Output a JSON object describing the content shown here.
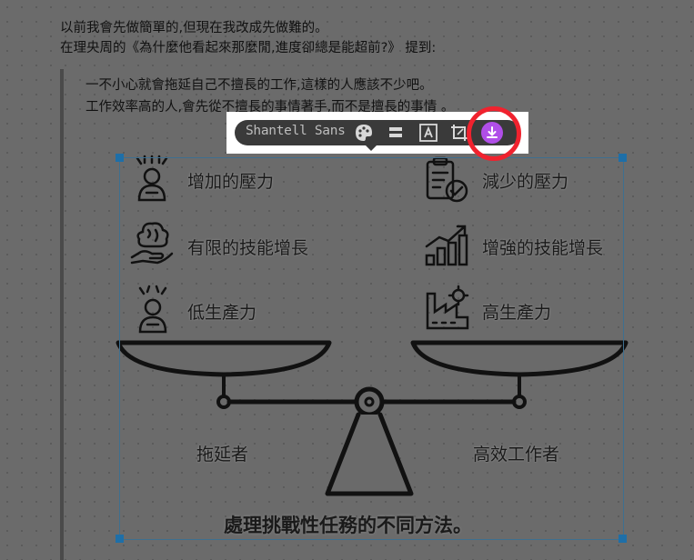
{
  "doc": {
    "line1": "以前我會先做簡單的,但現在我改成先做難的。",
    "line2": "在理央周的《為什麼他看起來那麼閒,進度卻總是能超前?》 提到:"
  },
  "quote": {
    "line1": "一不小心就會拖延自己不擅長的工作,這樣的人應該不少吧。",
    "line2": "工作效率高的人,會先從不擅長的事情著手,而不是擅長的事情 。"
  },
  "toolbar": {
    "font_name": "Shantell Sans",
    "icons": [
      "palette-icon",
      "stroke-style-icon",
      "text-format-icon",
      "crop-icon",
      "download-icon"
    ]
  },
  "diagram": {
    "left": {
      "items": [
        "增加的壓力",
        "有限的技能增長",
        "低生產力"
      ],
      "caption": "拖延者"
    },
    "right": {
      "items": [
        "減少的壓力",
        "增強的技能增長",
        "高生產力"
      ],
      "caption": "高效工作者"
    },
    "title": "處理挑戰性任務的不同方法。"
  },
  "colors": {
    "accent_purple": "#b04ee8",
    "highlight_red": "#f0222e",
    "selection_blue": "#1e6fa8"
  }
}
